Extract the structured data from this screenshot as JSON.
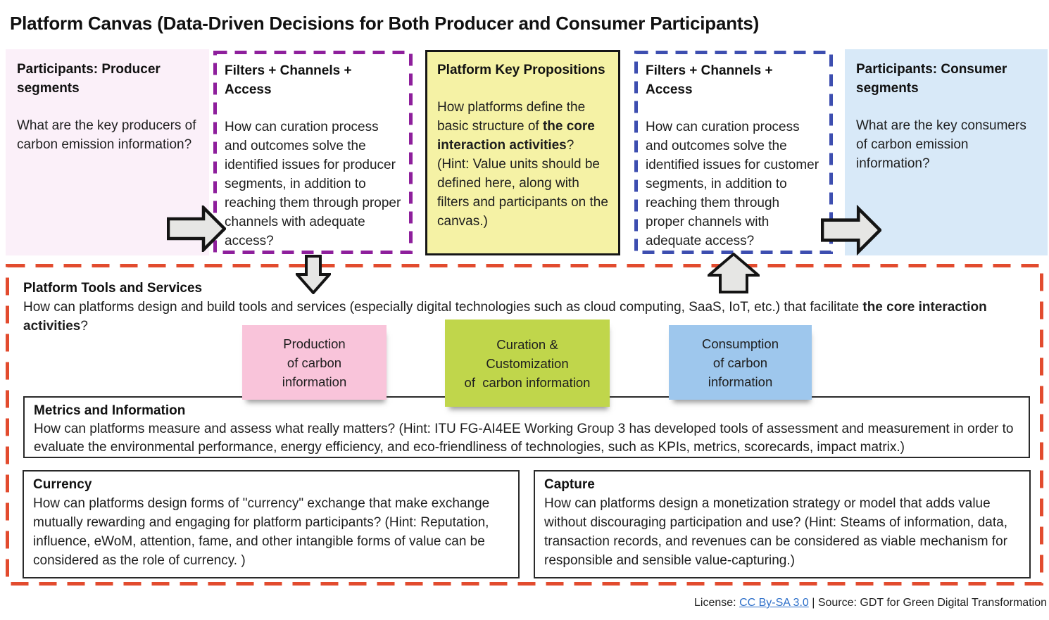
{
  "title": "Platform Canvas (Data-Driven Decisions for Both Producer and Consumer Participants)",
  "colors": {
    "producer_bg": "#fbf0f9",
    "consumer_bg": "#d8e9f8",
    "key_props_bg": "#f5f2a5",
    "purple_dash": "#8e1f9c",
    "blue_dash": "#3d4eb0",
    "red_dash": "#e24b2e",
    "sticky_pink": "#f9c4da",
    "sticky_green": "#c0d64b",
    "sticky_blue": "#9ec7ed",
    "arrow_fill": "#e6e6e4",
    "link_blue": "#2d6fc9"
  },
  "icons": {
    "arrow_right": "thick right-pointing block arrow, gray fill, black outline",
    "arrow_down": "thick down-pointing block arrow, gray fill, black outline",
    "arrow_up": "thick up-pointing block arrow, gray fill, black outline"
  },
  "boxes": {
    "producer": {
      "heading": "Participants: Producer segments",
      "body": "What are the key producers of carbon emission information?"
    },
    "filters_producer": {
      "heading": "Filters + Channels + Access",
      "body": "How can curation process and outcomes solve the identified issues for producer segments, in addition to reaching them through proper channels with adequate access?"
    },
    "key_propositions": {
      "heading": "Platform Key Propositions",
      "body_segments": [
        {
          "text": "How platforms define the basic structure of ",
          "bold": false
        },
        {
          "text": "the core interaction activities",
          "bold": true
        },
        {
          "text": "? (Hint: Value units should be defined here, along with filters and participants on the canvas.)",
          "bold": false
        }
      ]
    },
    "filters_consumer": {
      "heading": "Filters + Channels + Access",
      "body": "How can curation process and outcomes solve the identified issues for customer segments, in addition to reaching them through proper channels with adequate access?"
    },
    "consumer": {
      "heading": "Participants: Consumer segments",
      "body": "What are the key consumers of carbon emission information?"
    }
  },
  "tools_section": {
    "heading": "Platform Tools and Services",
    "body_segments": [
      {
        "text": "How can platforms design and build tools and services (especially digital technologies such as cloud computing, SaaS, IoT, etc.) that facilitate ",
        "bold": false
      },
      {
        "text": "the core interaction activities",
        "bold": true
      },
      {
        "text": "?",
        "bold": false
      }
    ]
  },
  "sticky_notes": {
    "production": "Production\nof carbon\ninformation",
    "curation": "Curation &\nCustomization\nof  carbon information",
    "consumption": "Consumption\nof carbon\ninformation"
  },
  "metrics": {
    "heading": "Metrics and Information",
    "body": "How can platforms measure and assess what really matters? (Hint: ITU FG-AI4EE Working Group 3 has developed tools of assessment and measurement in order to evaluate the environmental performance, energy efficiency, and eco-friendliness of technologies, such as KPIs, metrics, scorecards, impact matrix.)"
  },
  "currency": {
    "heading": "Currency",
    "body": "How can platforms design forms of \"currency\" exchange that make exchange mutually rewarding and engaging for platform participants? (Hint: Reputation, influence, eWoM, attention, fame, and other intangible forms of value can be considered as the role of currency. )"
  },
  "capture": {
    "heading": "Capture",
    "body": "How can platforms design a monetization strategy or model that adds value without discouraging participation and use?  (Hint: Steams of information, data, transaction records, and revenues can be considered as viable mechanism for responsible and sensible value-capturing.)"
  },
  "footer": {
    "license_label": "License: ",
    "license_link": "CC By-SA 3.0",
    "separator": " | ",
    "source": "Source: GDT for Green Digital Transformation"
  }
}
